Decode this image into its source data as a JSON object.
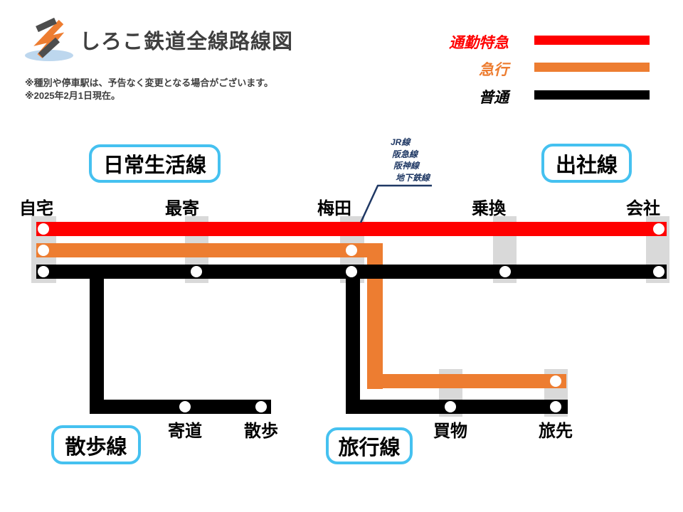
{
  "header": {
    "title": "しろこ鉄道全線路線図",
    "notes": [
      "※種別や停車駅は、予告なく変更となる場合がございます。",
      "※2025年2月1日現在。"
    ]
  },
  "legend": {
    "items": [
      {
        "label": "通勤特急",
        "color": "#FF0000"
      },
      {
        "label": "急行",
        "color": "#ED7D31"
      },
      {
        "label": "普通",
        "color": "#000000"
      }
    ]
  },
  "map": {
    "line_labels": [
      {
        "name": "日常生活線"
      },
      {
        "name": "出社線"
      },
      {
        "name": "散歩線"
      },
      {
        "name": "旅行線"
      }
    ],
    "stations_top": [
      "自宅",
      "最寄",
      "梅田",
      "乗換",
      "会社"
    ],
    "stations_bottom": [
      "寄道",
      "散歩",
      "買物",
      "旅先"
    ],
    "umeda_connections": [
      "JR線",
      "阪急線",
      "阪神線",
      "地下鉄線"
    ],
    "colors": {
      "commuter_express": "#FF0000",
      "express": "#ED7D31",
      "local": "#000000",
      "label_box_border": "#45C1F0",
      "station_band": "#D9D9D9",
      "annotation": "#1F3864"
    }
  }
}
